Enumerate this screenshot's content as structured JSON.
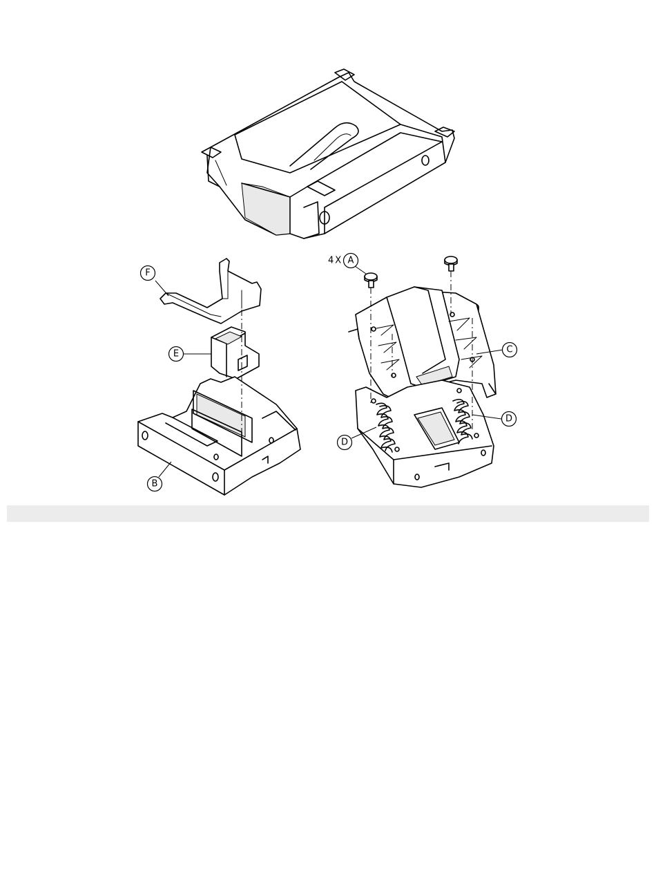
{
  "callouts": {
    "a": "A",
    "a_qty": "4X",
    "b": "B",
    "c": "C",
    "d1": "D",
    "d2": "D",
    "e": "E",
    "f": "F"
  },
  "caption_bar": {
    "text": ""
  }
}
